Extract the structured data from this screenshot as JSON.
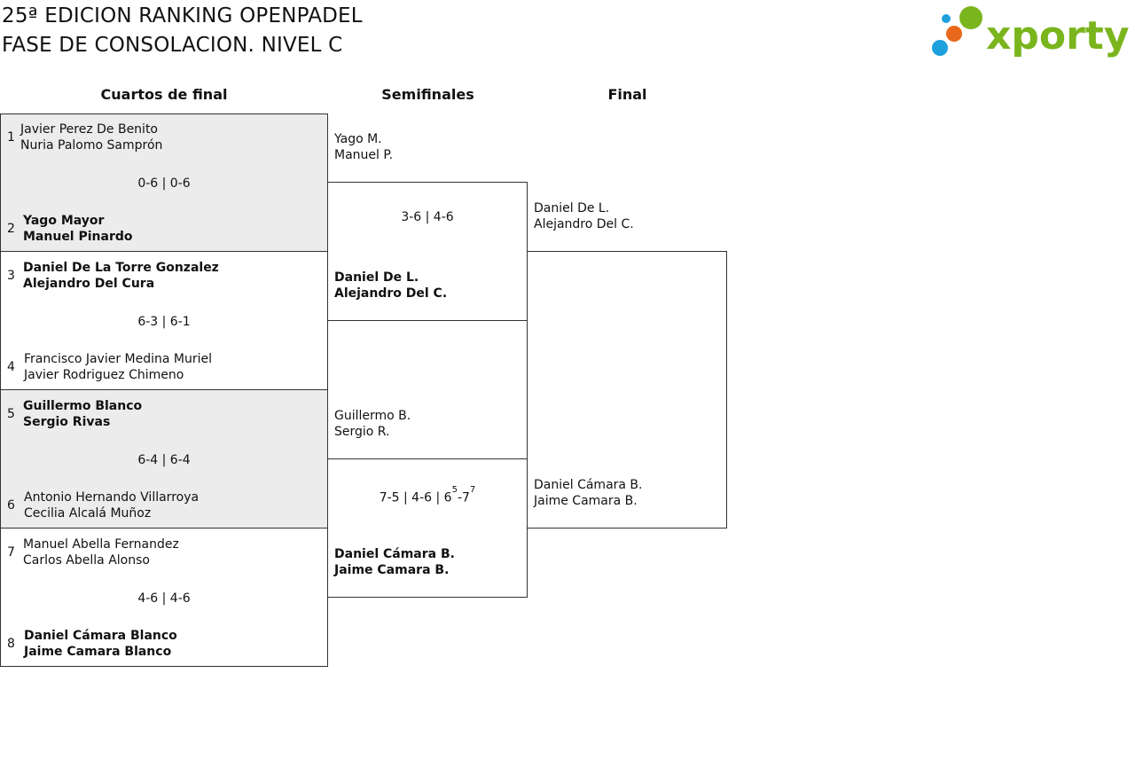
{
  "header": {
    "title_line1": "25ª EDICION RANKING OPENPADEL",
    "title_line2": "FASE DE CONSOLACION. NIVEL C",
    "logo_text": "xporty",
    "colors": {
      "logo_green": "#7ab51d",
      "logo_blue": "#1ea0dc",
      "logo_orange": "#e8691b",
      "shade": "#ececec"
    }
  },
  "rounds": {
    "quarterfinals": "Cuartos de final",
    "semifinals": "Semifinales",
    "final": "Final"
  },
  "quarterfinals": [
    {
      "score": "0-6 | 0-6",
      "top": {
        "seed": "1",
        "p1": "Javier Perez De Benito",
        "p2": "Nuria Palomo Samprón",
        "winner": false
      },
      "bottom": {
        "seed": "2",
        "p1": "Yago Mayor",
        "p2": "Manuel Pinardo",
        "winner": true
      }
    },
    {
      "score": "6-3 | 6-1",
      "top": {
        "seed": "3",
        "p1": "Daniel De La Torre Gonzalez",
        "p2": "Alejandro Del Cura",
        "winner": true
      },
      "bottom": {
        "seed": "4",
        "p1": "Francisco Javier Medina Muriel",
        "p2": "Javier Rodriguez Chimeno",
        "winner": false
      }
    },
    {
      "score": "6-4 | 6-4",
      "top": {
        "seed": "5",
        "p1": "Guillermo Blanco",
        "p2": "Sergio Rivas",
        "winner": true
      },
      "bottom": {
        "seed": "6",
        "p1": "Antonio Hernando Villarroya",
        "p2": "Cecilia Alcalá Muñoz",
        "winner": false
      }
    },
    {
      "score": "4-6 | 4-6",
      "top": {
        "seed": "7",
        "p1": "Manuel Abella Fernandez",
        "p2": "Carlos Abella Alonso",
        "winner": false
      },
      "bottom": {
        "seed": "8",
        "p1": "Daniel Cámara Blanco",
        "p2": "Jaime Camara Blanco",
        "winner": true
      }
    }
  ],
  "semifinals": [
    {
      "score": "3-6 | 4-6",
      "top": {
        "p1": "Yago M.",
        "p2": "Manuel P.",
        "winner": false
      },
      "bottom": {
        "p1": "Daniel De L.",
        "p2": "Alejandro Del C.",
        "winner": true
      }
    },
    {
      "score_main": "7-5 | 4-6 | 6",
      "score_tb1": "5",
      "score_sep": "-7",
      "score_tb2": "7",
      "top": {
        "p1": "Guillermo B.",
        "p2": "Sergio R.",
        "winner": false
      },
      "bottom": {
        "p1": "Daniel Cámara B.",
        "p2": "Jaime Camara B.",
        "winner": true
      }
    }
  ],
  "final": {
    "top": {
      "p1": "Daniel De L.",
      "p2": "Alejandro Del C."
    },
    "bottom": {
      "p1": "Daniel Cámara B.",
      "p2": "Jaime Camara B."
    }
  }
}
